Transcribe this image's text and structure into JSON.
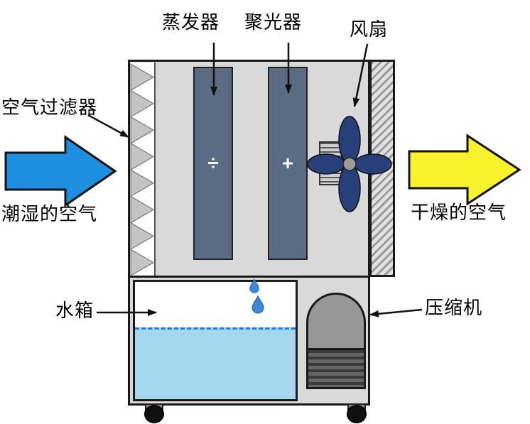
{
  "labels": {
    "evaporator": "蒸发器",
    "condenser": "聚光器",
    "fan": "风扇",
    "air_filter": "空气过滤器",
    "humid_air": "潮湿的空气",
    "dry_air": "干燥的空气",
    "water_tank": "水箱",
    "compressor": "压缩机"
  },
  "symbols": {
    "evaporator": "÷",
    "condenser": "+"
  },
  "colors": {
    "humid-arrow": "#1e8fe0",
    "dry-arrow": "#f7f22b",
    "panel": "#5c6b84",
    "body": "#d9d9d9",
    "water": "#a5d7ef",
    "fan": "#27407a",
    "droplet": "#3f87d6",
    "compressor-top": "#979797",
    "outline": "#1a1a1a"
  }
}
